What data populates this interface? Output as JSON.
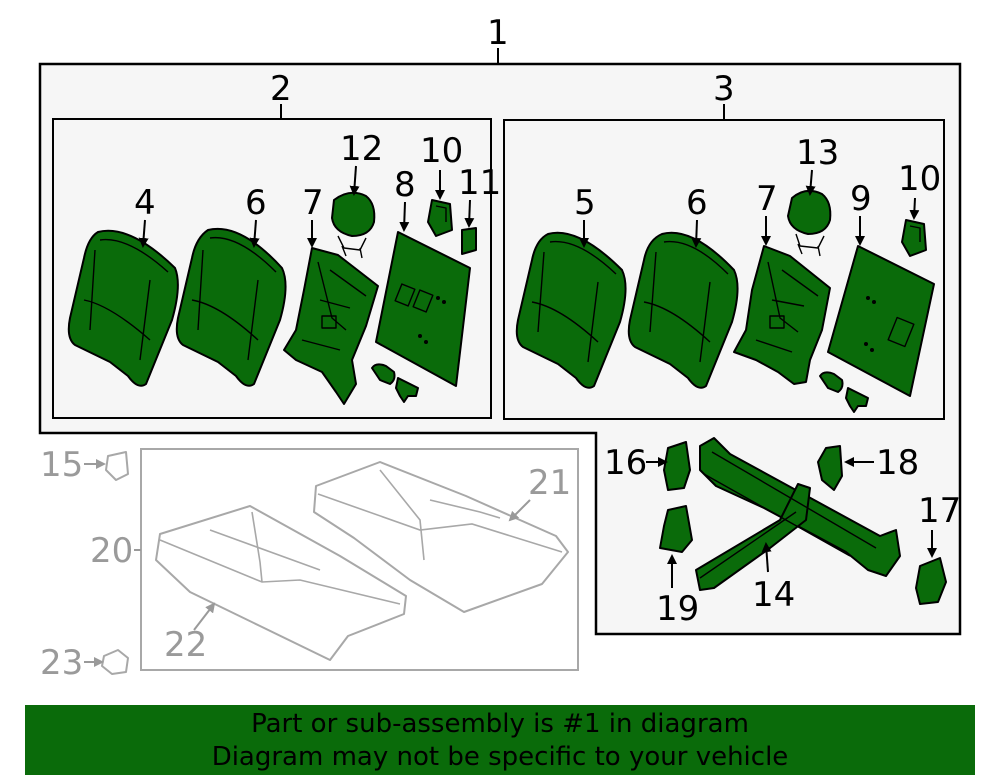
{
  "colors": {
    "part": "#0a6b0a",
    "ghost_outline": "#a8a8a8",
    "banner_bg": "#0a6b0a"
  },
  "callouts": {
    "c1": "1",
    "c2": "2",
    "c3": "3",
    "c4": "4",
    "c5": "5",
    "c6": "6",
    "c7": "7",
    "c8": "8",
    "c9": "9",
    "c10": "10",
    "c11": "11",
    "c12": "12",
    "c13": "13",
    "c14": "14",
    "c15": "15",
    "c16": "16",
    "c17": "17",
    "c18": "18",
    "c19": "19",
    "c20": "20",
    "c21": "21",
    "c22": "22",
    "c23": "23"
  },
  "banner": {
    "line1": "Part or sub-assembly is #1 in diagram",
    "line2": "Diagram may not be specific to your vehicle"
  }
}
